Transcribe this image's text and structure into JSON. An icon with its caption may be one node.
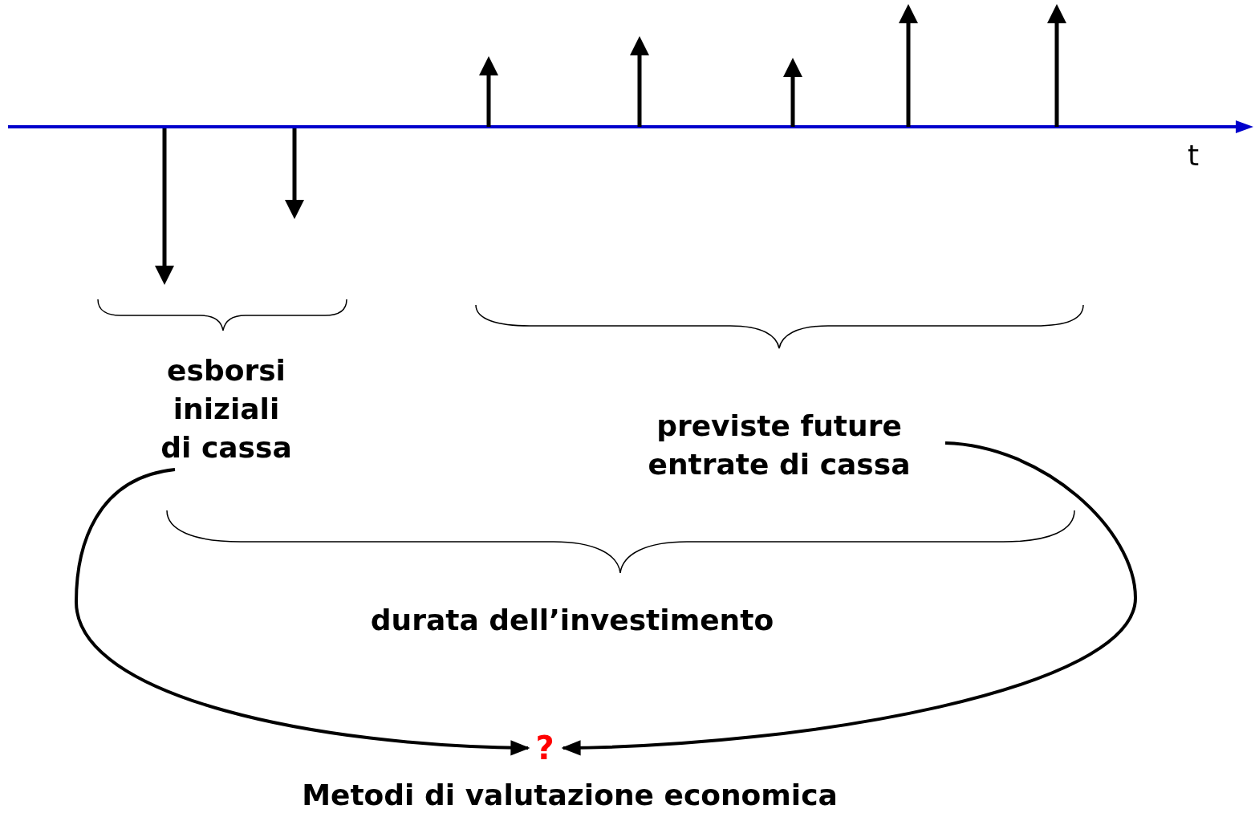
{
  "diagram": {
    "nodes": [
      {
        "text": [
          "esborsi iniziali di cassa"
        ]
      },
      {
        "text": [
          "previste future entrate di cassa"
        ]
      },
      {
        "text": [
          "?"
        ],
        "beside": [
          "Metodi di valutazione economica"
        ]
      }
    ],
    "edges": [
      {
        "from": 0,
        "to": 2,
        "arrow": "to"
      },
      {
        "from": 1,
        "to": 2,
        "arrow": "to"
      }
    ],
    "labels": [
      "t",
      "durata dell’investimento"
    ]
  }
}
